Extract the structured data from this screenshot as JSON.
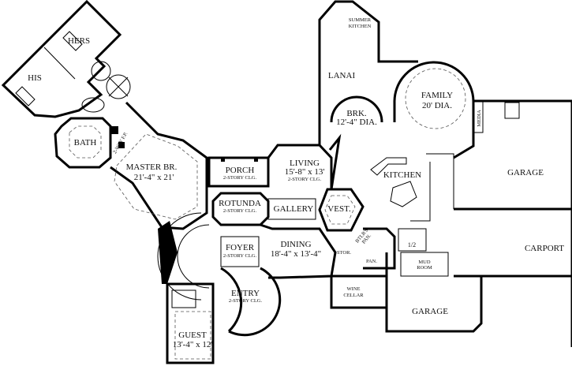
{
  "rooms": {
    "hers": "HERS",
    "his": "HIS",
    "bath": "BATH",
    "fireplace": "2-WAY F.P.",
    "master": {
      "name": "MASTER BR.",
      "size": "21'-4\" x 21'"
    },
    "porch": {
      "name": "PORCH",
      "note": "2-STORY CLG."
    },
    "living": {
      "name": "LIVING",
      "size": "15'-8\" x 13'",
      "note": "2-STORY CLG."
    },
    "rotunda": {
      "name": "ROTUNDA",
      "note": "2-STORY CLG."
    },
    "gallery": "GALLERY",
    "vest": "VEST.",
    "dining": {
      "name": "DINING",
      "size": "18'-4\" x 13'-4\""
    },
    "foyer": {
      "name": "FOYER",
      "note": "2-STORY CLG."
    },
    "entry": {
      "name": "ENTRY",
      "note": "2-STORY CLG."
    },
    "guest": {
      "name": "GUEST",
      "size": "13'-4\" x 12'"
    },
    "summer_kitchen": [
      "SUMMER",
      "KITCHEN"
    ],
    "lanai": "LANAI",
    "brk": {
      "name": "BRK.",
      "size": "12'-4\" DIA."
    },
    "family": {
      "name": "FAMILY",
      "size": "20' DIA."
    },
    "media": "MEDIA",
    "kitchen": "KITCHEN",
    "butler_pantry": [
      "BTLR'S",
      "PAN."
    ],
    "stor": "STOR.",
    "pan": "PAN.",
    "wine_cellar": [
      "WINE",
      "CELLAR"
    ],
    "half_bath": "1/2",
    "mud_room": [
      "MUD",
      "ROOM"
    ],
    "garage_main": "GARAGE",
    "carport": "CARPORT",
    "garage_lower": "GARAGE"
  }
}
